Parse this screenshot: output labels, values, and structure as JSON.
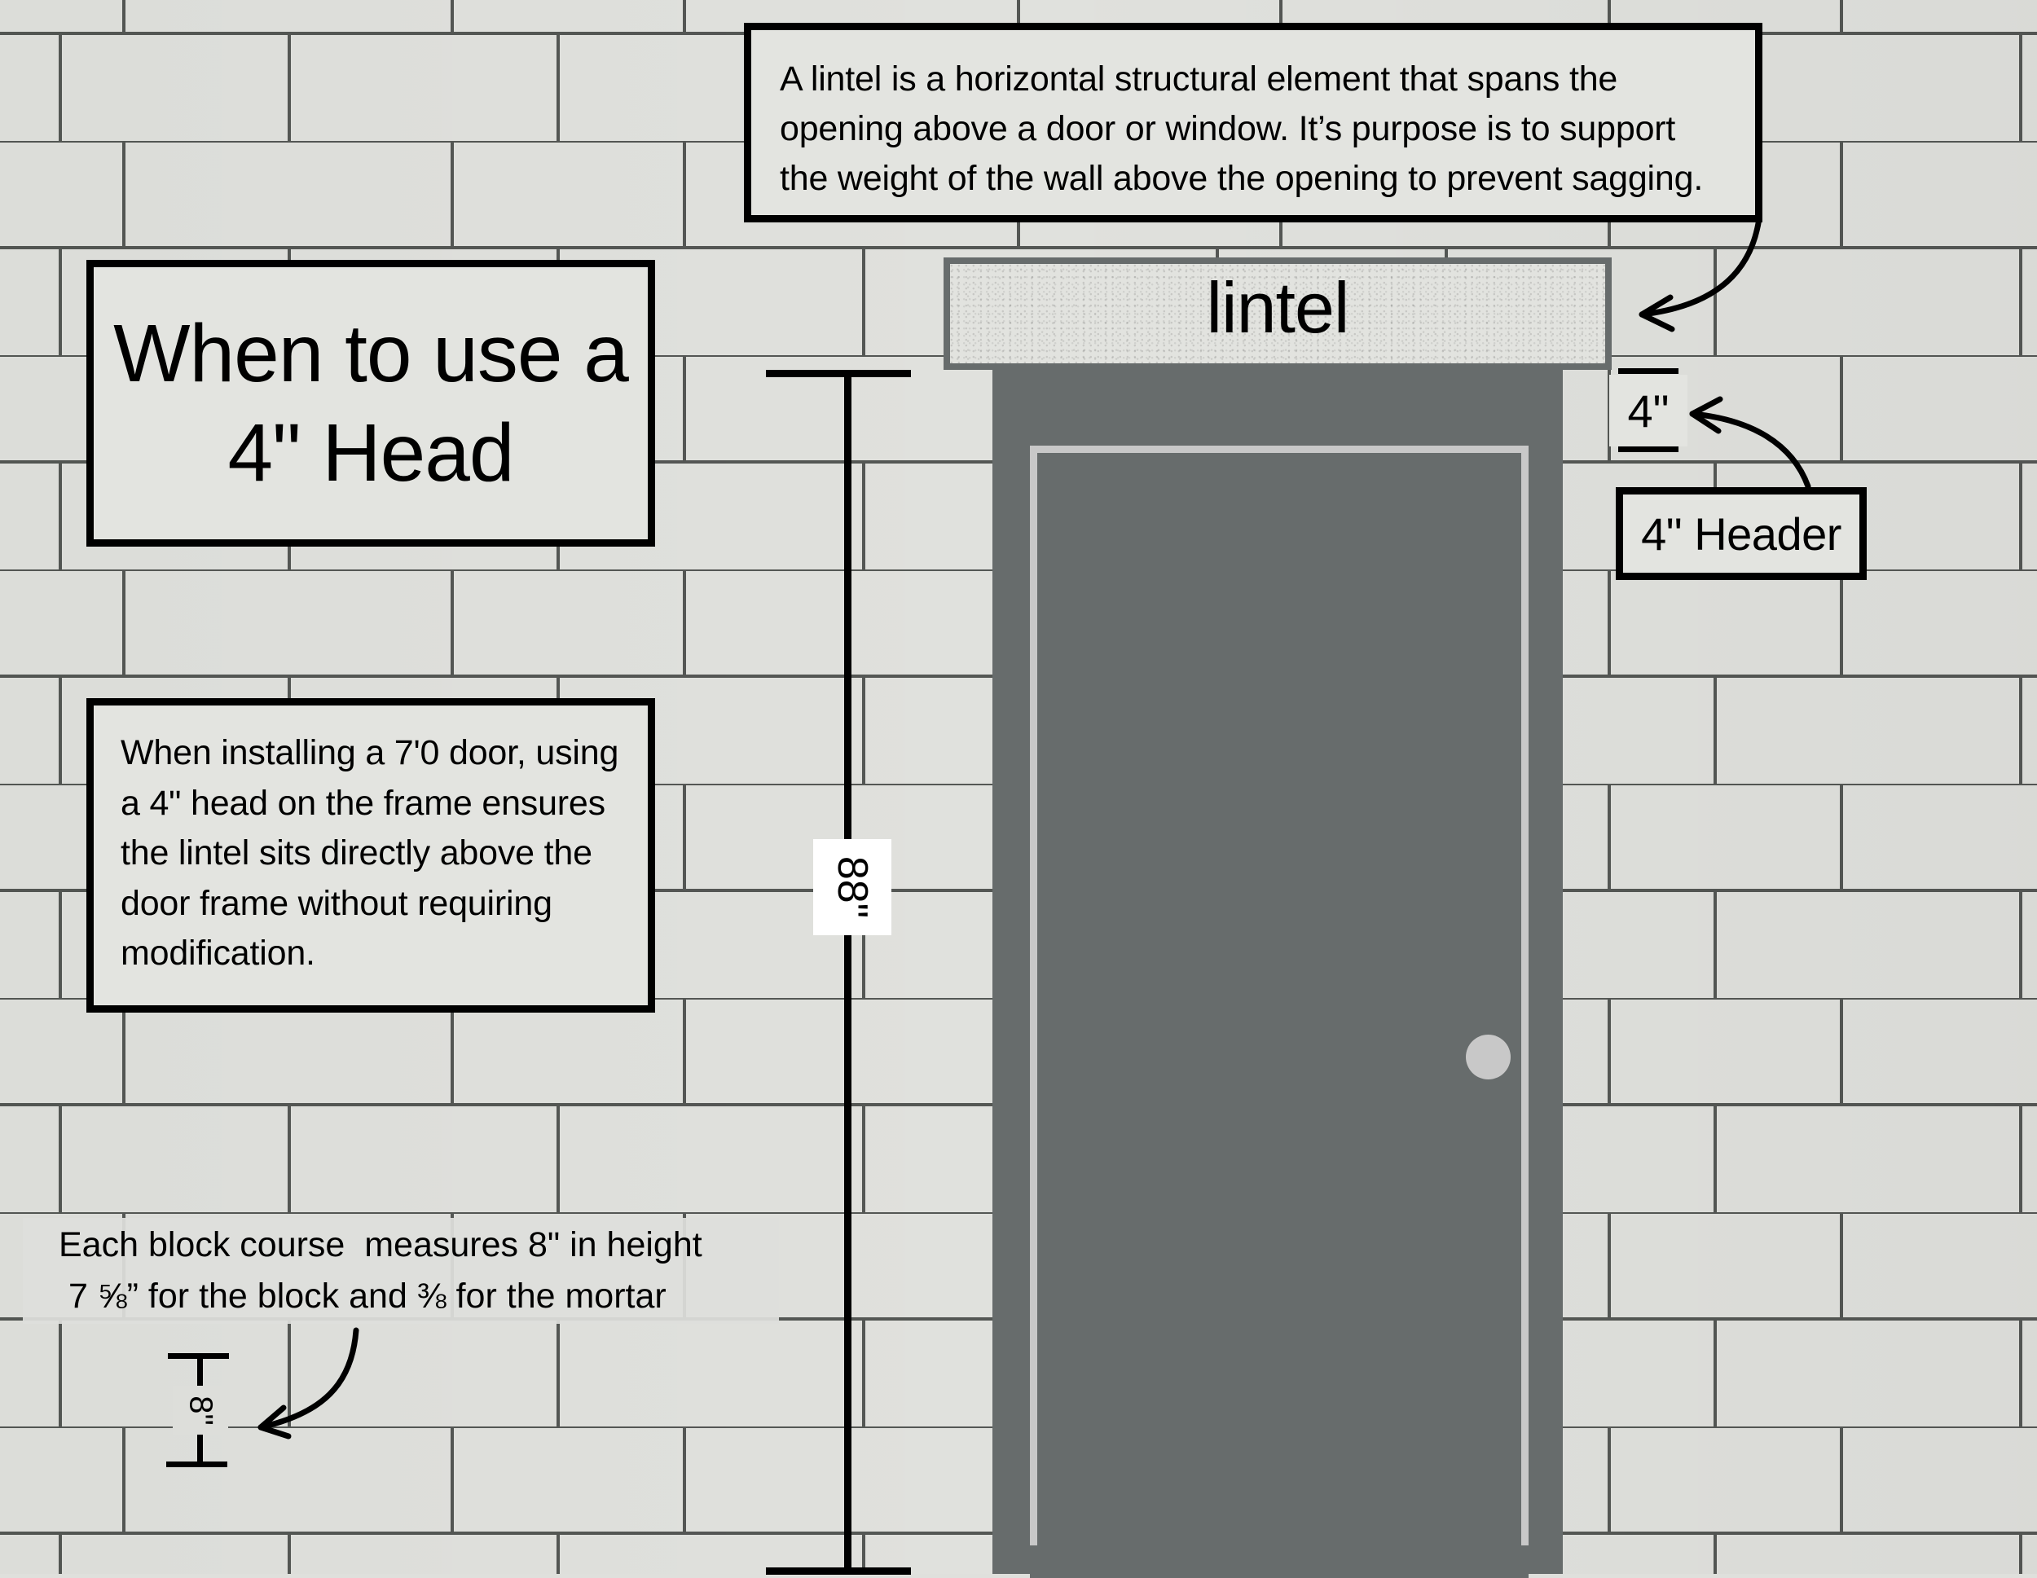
{
  "title": {
    "lines": [
      "When to use a",
      "4\" Head"
    ]
  },
  "lintel_callout": {
    "lines": [
      "A lintel is a horizontal structural element that spans the",
      "opening above a door or window. It’s purpose is to support",
      "the weight of the wall above the opening to prevent sagging."
    ]
  },
  "info": {
    "lines": [
      "When installing a 7'0 door, using",
      "a 4\" head on the frame ensures",
      "the lintel sits directly above the",
      "door frame without requiring",
      "modification."
    ]
  },
  "block_note": {
    "lines": [
      "Each block course  measures 8\" in height",
      " 7 ⅝” for the block and ⅜ for the mortar"
    ]
  },
  "lintel": {
    "label": "lintel"
  },
  "dimensions": {
    "door_height": "88\"",
    "header_height": "4\"",
    "block_course": "8\""
  },
  "header_label": "4\" Header",
  "colors": {
    "wall": "#dfe0dc",
    "mortar": "#3a3c3a",
    "panel_bg": "#e3e4e0",
    "door_frame": "#676c6c",
    "door_trim": "#c8c8c8",
    "knob": "#c8c8c8",
    "ink": "#000000"
  }
}
